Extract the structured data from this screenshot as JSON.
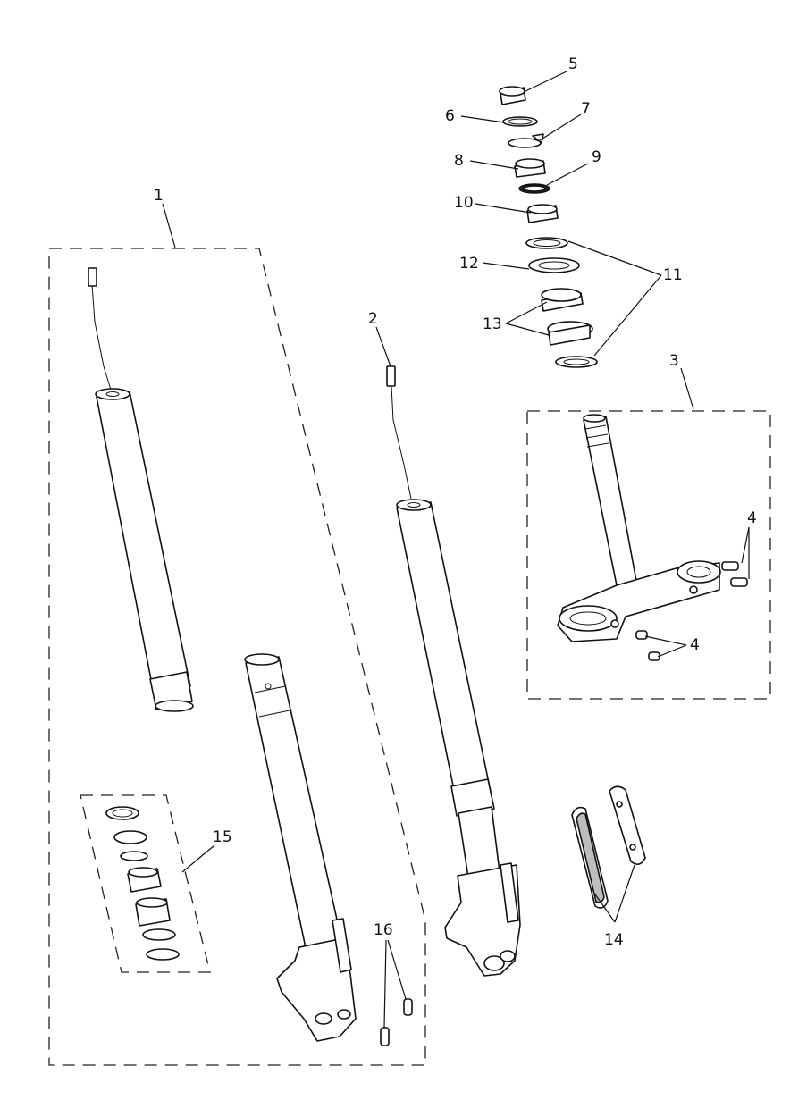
{
  "labels": {
    "l1": "1",
    "l2": "2",
    "l3": "3",
    "l4a": "4",
    "l4b": "4",
    "l5": "5",
    "l6": "6",
    "l7": "7",
    "l8": "8",
    "l9": "9",
    "l10": "10",
    "l11": "11",
    "l12": "12",
    "l13": "13",
    "l14": "14",
    "l15": "15",
    "l16": "16"
  }
}
